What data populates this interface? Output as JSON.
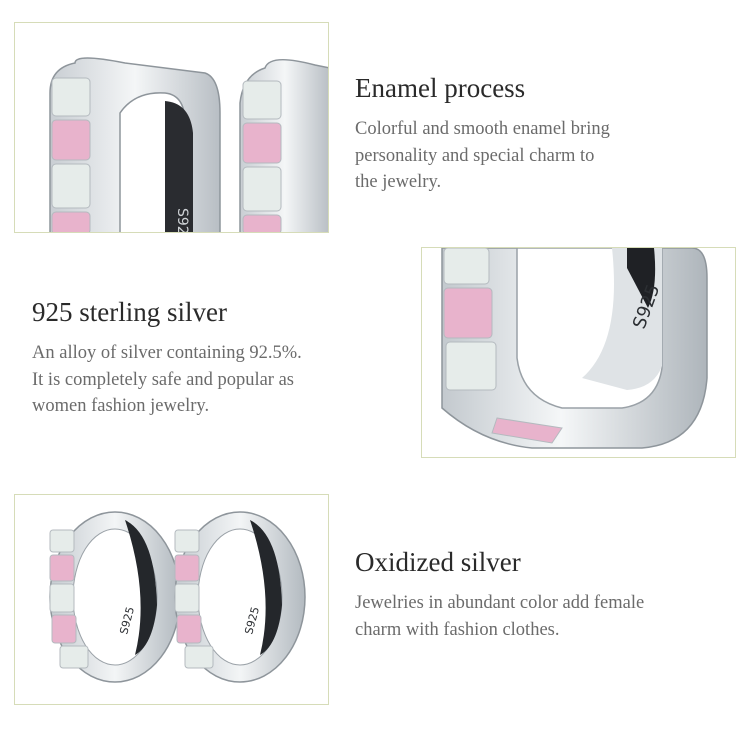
{
  "features": [
    {
      "title": "Enamel process",
      "lines": [
        "Colorful and smooth enamel bring",
        "personality and special charm to",
        "the jewelry."
      ]
    },
    {
      "title": "925 sterling silver",
      "lines": [
        "An alloy of silver containing 92.5%.",
        "It is completely safe and popular as",
        "women fashion jewelry."
      ]
    },
    {
      "title": "Oxidized silver",
      "lines": [
        "Jewelries in abundant color add female",
        "charm with fashion clothes."
      ]
    }
  ],
  "stamp": "S925",
  "colors": {
    "frame": "#d6dcb8",
    "silver": "#d9dde1",
    "enamel_pink": "#e8b3cc",
    "enamel_white": "#e6ecea"
  }
}
